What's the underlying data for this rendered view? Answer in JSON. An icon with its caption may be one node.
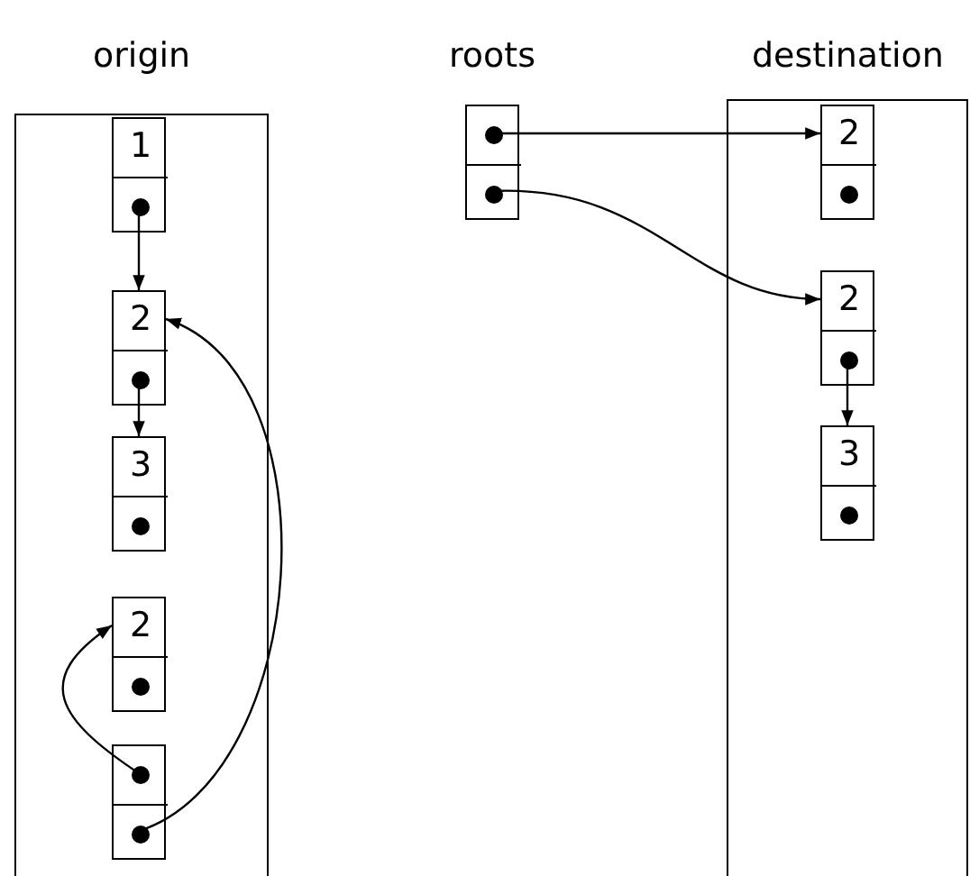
{
  "diagram": {
    "nodes": [
      {
        "text": [
          "origin"
        ]
      },
      {
        "text": [
          "1"
        ],
        "in": 0
      },
      {
        "text": [
          "2"
        ],
        "in": 0
      },
      {
        "text": [
          "3"
        ],
        "in": 0
      },
      {
        "text": [
          "2"
        ],
        "in": 0
      },
      {
        "text": [],
        "shape": "box",
        "in": 0
      },
      {
        "text": [
          "roots"
        ]
      },
      {
        "text": [
          "destination"
        ]
      },
      {
        "text": [
          "2"
        ],
        "in": 7
      },
      {
        "text": [
          "2"
        ],
        "in": 7
      },
      {
        "text": [
          "3"
        ],
        "in": 7
      }
    ],
    "edges": [
      {
        "from": 1,
        "to": 2,
        "arrow": "to"
      },
      {
        "from": 2,
        "to": 3,
        "arrow": "to"
      },
      {
        "from": 5,
        "to": 4,
        "arrow": "to"
      },
      {
        "from": 5,
        "to": 2,
        "arrow": "to"
      },
      {
        "from": 6,
        "to": 8,
        "arrow": "to"
      },
      {
        "from": 6,
        "to": 9,
        "arrow": "to"
      },
      {
        "from": 9,
        "to": 10,
        "arrow": "to"
      }
    ]
  }
}
